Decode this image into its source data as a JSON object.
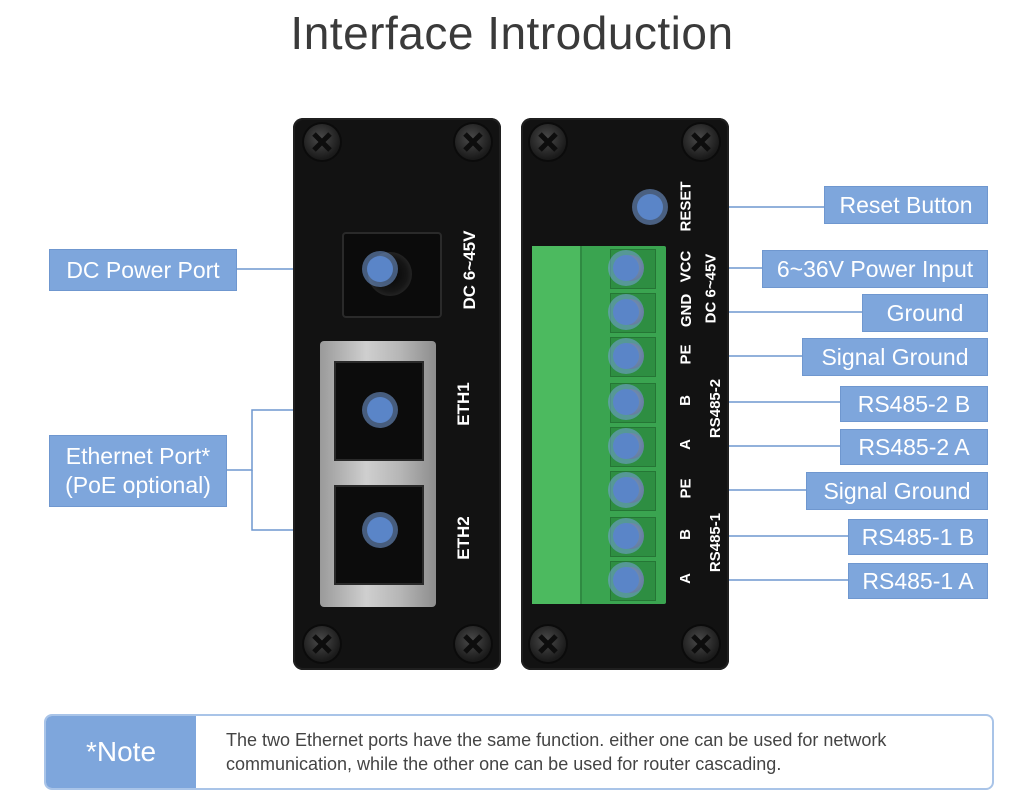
{
  "title": "Interface Introduction",
  "left_panel": {
    "dc_label": "DC 6~45V",
    "eth1_label": "ETH1",
    "eth2_label": "ETH2"
  },
  "right_panel": {
    "reset_label": "RESET",
    "power_label": "DC 6~45V",
    "pin_labels": [
      "VCC",
      "GND",
      "PE",
      "B",
      "A",
      "PE",
      "B",
      "A"
    ],
    "group_labels": [
      "RS485-2",
      "RS485-1"
    ]
  },
  "callouts": {
    "dc_power_port": "DC Power Port",
    "ethernet_port_line1": "Ethernet Port*",
    "ethernet_port_line2": "(PoE optional)",
    "reset_button": "Reset Button",
    "power_input": "6~36V Power Input",
    "ground": "Ground",
    "signal_ground_2": "Signal Ground",
    "rs485_2_b": "RS485-2 B",
    "rs485_2_a": "RS485-2 A",
    "signal_ground_1": "Signal Ground",
    "rs485_1_b": "RS485-1 B",
    "rs485_1_a": "RS485-1 A"
  },
  "note": {
    "tag": "*Note",
    "text": "The two Ethernet ports have the same function. either one can be used for network communication, while the other one can be used for router cascading."
  },
  "colors": {
    "callout_bg": "#7ea6dc",
    "terminal_green": "#3aa450",
    "panel": "#121212"
  }
}
